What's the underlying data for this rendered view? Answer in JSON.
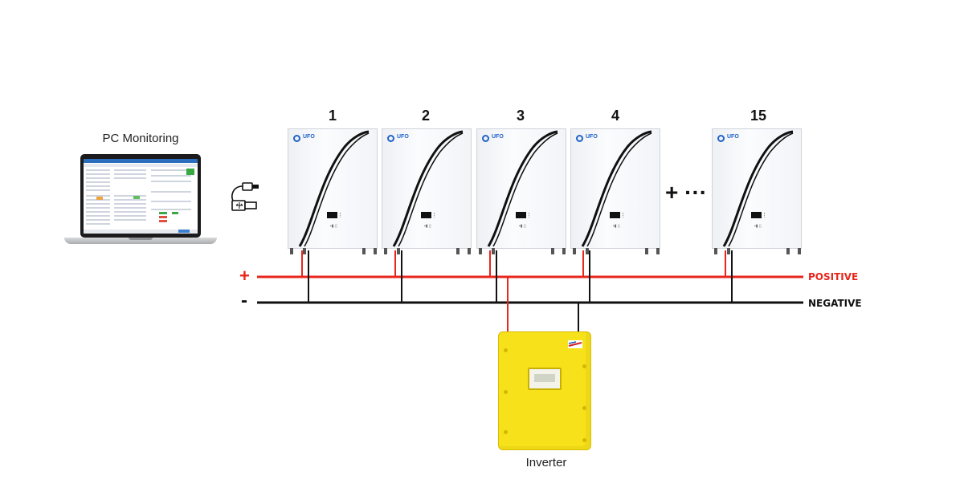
{
  "pc": {
    "label": "PC Monitoring"
  },
  "batteries": [
    {
      "number": "1",
      "brand": "UFO"
    },
    {
      "number": "2",
      "brand": "UFO"
    },
    {
      "number": "3",
      "brand": "UFO"
    },
    {
      "number": "4",
      "brand": "UFO"
    },
    {
      "number": "15",
      "brand": "UFO"
    }
  ],
  "continuation": "+ ···",
  "bus": {
    "positive_symbol": "+",
    "negative_symbol": "-",
    "positive_label": "POSITIVE",
    "negative_label": "NEGATIVE",
    "positive_color": "#e8261c",
    "negative_color": "#111111"
  },
  "inverter": {
    "label": "Inverter",
    "color": "#f7e11a"
  },
  "icons": {
    "usb": "usb-cable-icon",
    "brand": "ufo-logo-icon"
  }
}
